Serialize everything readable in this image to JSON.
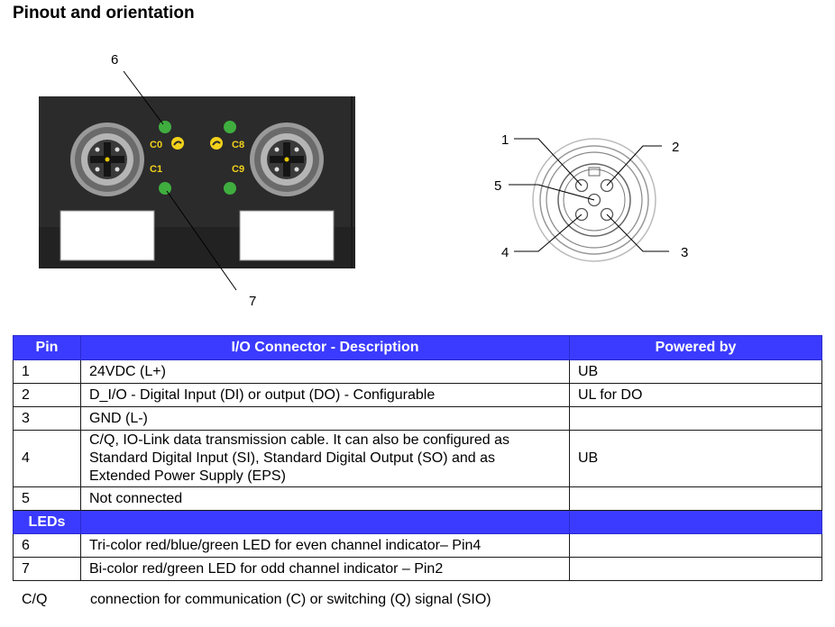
{
  "title": "Pinout and orientation",
  "device_callouts": {
    "led_even": "6",
    "led_odd": "7"
  },
  "device_labels": {
    "c0": "C0",
    "c1": "C1",
    "c8": "C8",
    "c9": "C9"
  },
  "connector_callouts": {
    "p1": "1",
    "p2": "2",
    "p3": "3",
    "p4": "4",
    "p5": "5"
  },
  "table": {
    "headers": [
      "Pin",
      "I/O Connector - Description",
      "Powered by"
    ],
    "rows": [
      {
        "pin": "1",
        "desc": "24VDC (L+)",
        "power": "UB"
      },
      {
        "pin": "2",
        "desc": "D_I/O - Digital Input (DI) or output (DO) - Configurable",
        "power": "UL for DO"
      },
      {
        "pin": "3",
        "desc": "GND (L-)",
        "power": ""
      },
      {
        "pin": "4",
        "desc": "C/Q, IO-Link data transmission cable. It can also be configured as Standard Digital Input (SI), Standard Digital Output (SO) and as Extended Power Supply (EPS)",
        "power": "UB"
      },
      {
        "pin": "5",
        "desc": "Not connected",
        "power": ""
      }
    ],
    "section_leds": "LEDs",
    "led_rows": [
      {
        "pin": "6",
        "desc": "Tri-color red/blue/green LED for even channel indicator– Pin4",
        "power": ""
      },
      {
        "pin": "7",
        "desc": "Bi-color red/green LED for odd channel indicator – Pin2",
        "power": ""
      }
    ]
  },
  "legend": {
    "key": "C/Q",
    "text": "connection for communication (C) or switching (Q) signal (SIO)"
  },
  "colors": {
    "header_bg": "#3b3bff",
    "led_green": "#3fae3f",
    "led_yellow": "#f2d21b",
    "device_body": "#2b2b2b"
  }
}
